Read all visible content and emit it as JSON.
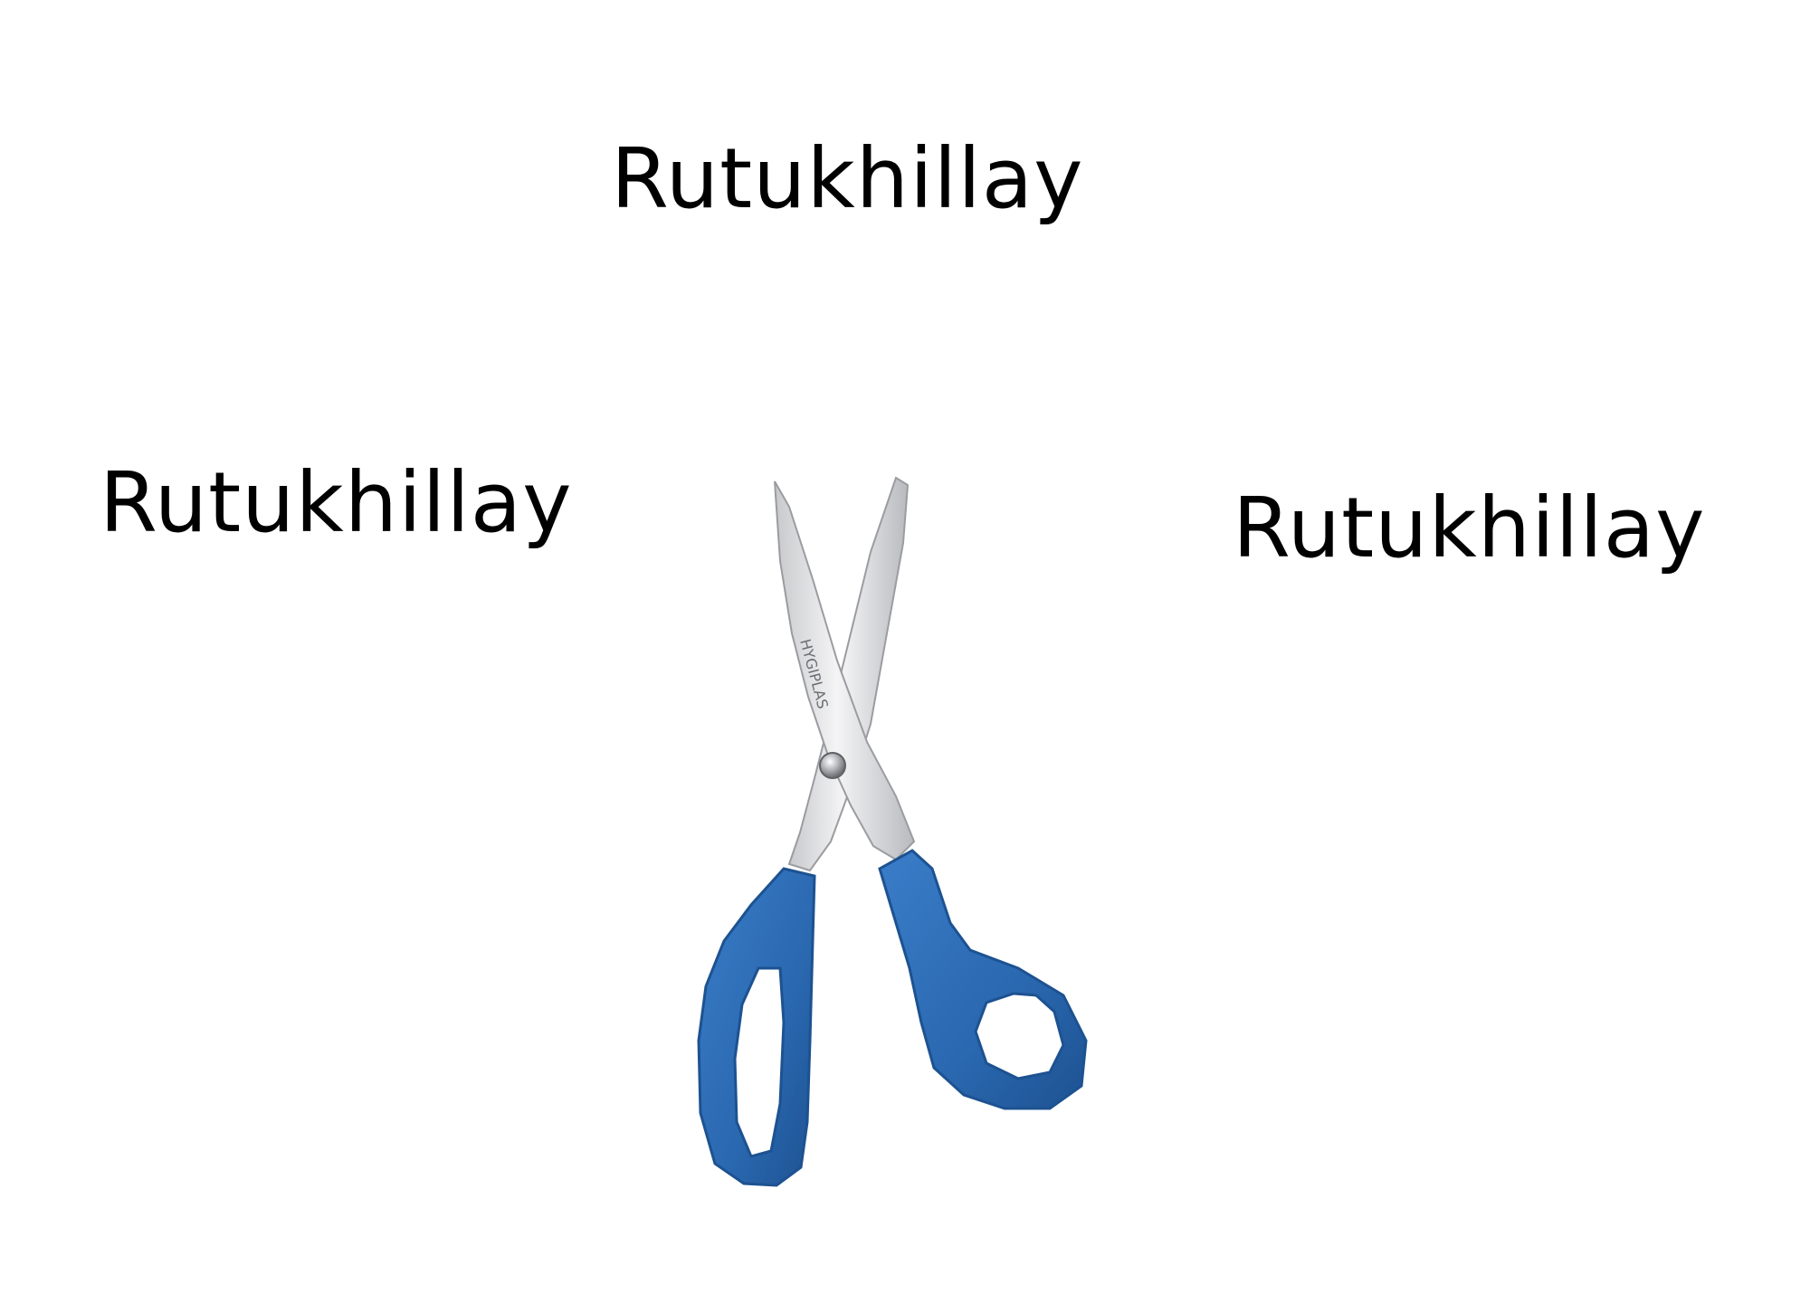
{
  "words": {
    "top": "Rutukhillay",
    "left": "Rutukhillay",
    "right": "Rutukhillay"
  },
  "scissors": {
    "icon": "scissors-icon",
    "blade_text": "HYGIPLAS"
  },
  "colors": {
    "background": "#ffffff",
    "text": "#000000",
    "handle": "#2f6fb8",
    "handle_dark": "#1d5291",
    "blade": "#d9dadc",
    "blade_edge": "#9a9ca0"
  }
}
